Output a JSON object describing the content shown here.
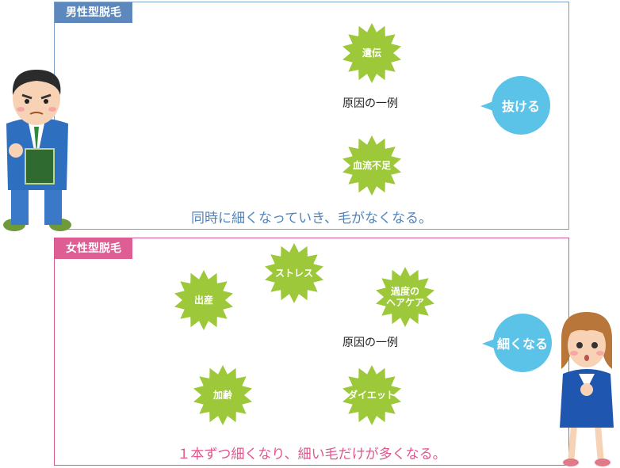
{
  "male": {
    "title": "男性型脱毛",
    "example_label": "原因の一例",
    "causes": [
      "遺伝",
      "血流不足"
    ],
    "result": "抜ける",
    "caption": "同時に細くなっていき、毛がなくなる。"
  },
  "female": {
    "title": "女性型脱毛",
    "example_label": "原因の一例",
    "causes_left": [
      "出産",
      "加齢"
    ],
    "causes_mid": [
      "ストレス"
    ],
    "causes_right": [
      "過度の\nヘアケア",
      "ダイエット"
    ],
    "result": "細くなる",
    "caption": "１本ずつ細くなり、細い毛だけが多くなる。"
  },
  "colors": {
    "male_accent": "#5d88bd",
    "female_accent": "#de5e94",
    "burst_green": "#9dc83a",
    "bubble_blue": "#5cc3e8",
    "skin": "#f6c79f"
  }
}
